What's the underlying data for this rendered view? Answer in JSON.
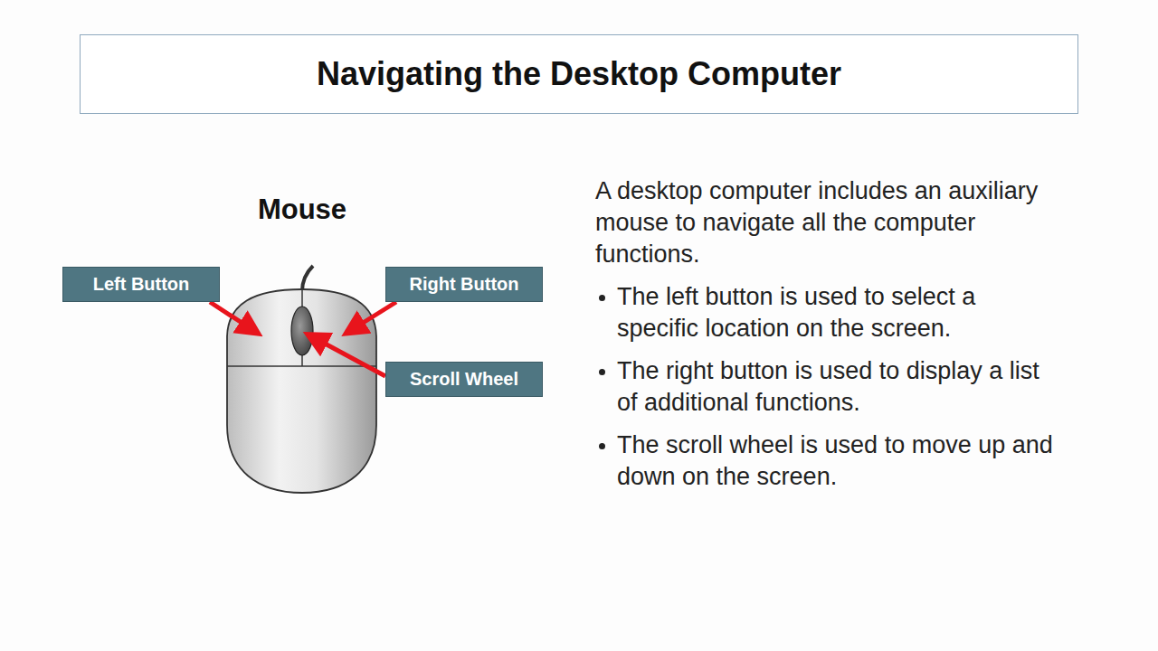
{
  "diagram": {
    "title": "Navigating the Desktop Computer",
    "nodes": [
      {
        "text": [
          "Left Button"
        ]
      },
      {
        "text": [
          "Right Button"
        ]
      },
      {
        "text": [
          "Scroll Wheel"
        ]
      }
    ],
    "labels": [
      "Mouse",
      "A desktop computer includes an auxiliary mouse to navigate all the computer functions.",
      "The left button is used to select a specific location on the screen.",
      "The right button is used to display a list of additional functions.",
      "The scroll wheel is used to move up and down on the screen."
    ]
  }
}
